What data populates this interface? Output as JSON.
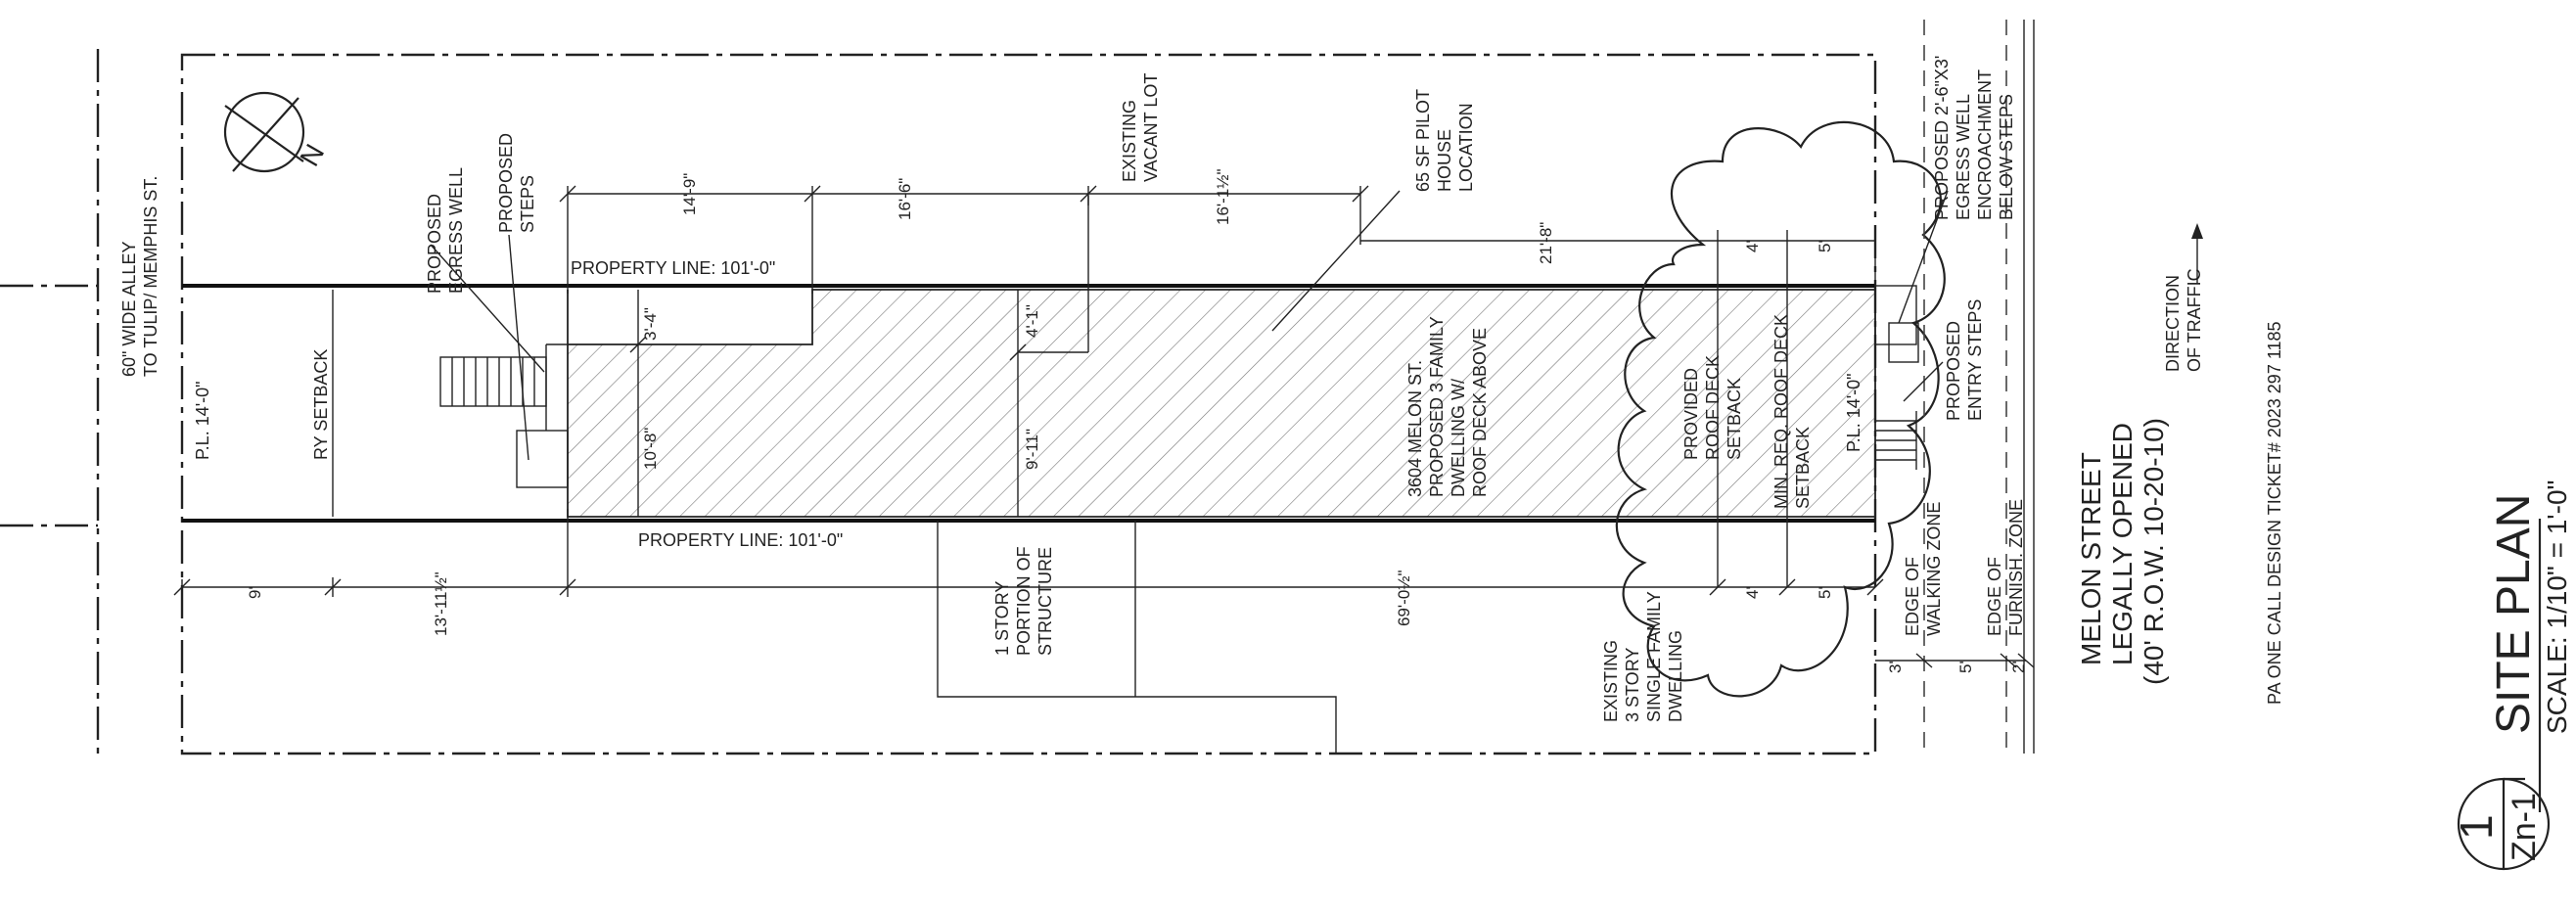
{
  "labels": {
    "alley": [
      "60\" WIDE ALLEY",
      "TO TULIP/ MEMPHIS ST."
    ],
    "pl_left": "P.L. 14'-0\"",
    "ry_setback": "RY SETBACK",
    "proposed_egress": [
      "PROPOSED",
      "EGRESS WELL"
    ],
    "proposed_steps": [
      "PROPOSED",
      "STEPS"
    ],
    "property_line_top": "PROPERTY LINE: 101'-0\"",
    "property_line_bottom": "PROPERTY LINE: 101'-0\"",
    "existing_vacant": [
      "EXISTING",
      "VACANT LOT"
    ],
    "pilot_house": [
      "65 SF PILOT",
      "HOUSE",
      "LOCATION"
    ],
    "main_bldg": [
      "3604 MELON ST.",
      "PROPOSED 3 FAMILY",
      "DWELLING W/",
      "ROOF DECK ABOVE"
    ],
    "one_story": [
      "1 STORY",
      "PORTION OF",
      "STRUCTURE"
    ],
    "existing_dwelling": [
      "EXISTING",
      "3 STORY",
      "SINGLE FAMILY",
      "DWELLING"
    ],
    "provided_deck": [
      "PROVIDED",
      "ROOF DECK",
      "SETBACK"
    ],
    "min_req_deck": [
      "MIN. REQ. ROOF DECK",
      "SETBACK"
    ],
    "pl_right": "P.L. 14'-0\"",
    "proposed_entry": [
      "PROPOSED",
      "ENTRY STEPS"
    ],
    "egress_encroach": [
      "PROPOSED 2'-6\"X3'",
      "EGRESS WELL",
      "ENCROACHMENT",
      "BELOW STEPS"
    ],
    "walking_zone": [
      "EDGE OF",
      "WALKING ZONE"
    ],
    "furnish_zone": [
      "EDGE OF",
      "FURNISH. ZONE"
    ],
    "melon_street": [
      "MELON STREET",
      "LEGALLY OPENED",
      "(40' R.O.W. 10-20-10)"
    ],
    "direction": [
      "DIRECTION",
      "OF TRAFFIC"
    ],
    "pa_one_call": "PA ONE CALL DESIGN TICKET# 2023 297 1185",
    "north": "N"
  },
  "dimensions": {
    "top_1": "14'-9\"",
    "top_2": "16'-6\"",
    "top_3": "16'-1½\"",
    "top_4": "21'-8\"",
    "top_4ft": "4'",
    "top_5ft": "5'",
    "bottom_9": "9'",
    "bottom_13": "13'-11½\"",
    "bottom_69": "69'-0½\"",
    "bottom_4ft": "4'",
    "bottom_5ft": "5'",
    "street_3": "3'",
    "street_5": "5'",
    "street_2": "2'",
    "v_3_4": "3'-4\"",
    "v_10_8": "10'-8\"",
    "v_4_1": "4'-1\"",
    "v_9_11": "9'-11\""
  },
  "title_block": {
    "number": "1",
    "sheet": "Zn-1",
    "title": "SITE PLAN",
    "scale": "SCALE: 1/10\" = 1'-0\""
  }
}
